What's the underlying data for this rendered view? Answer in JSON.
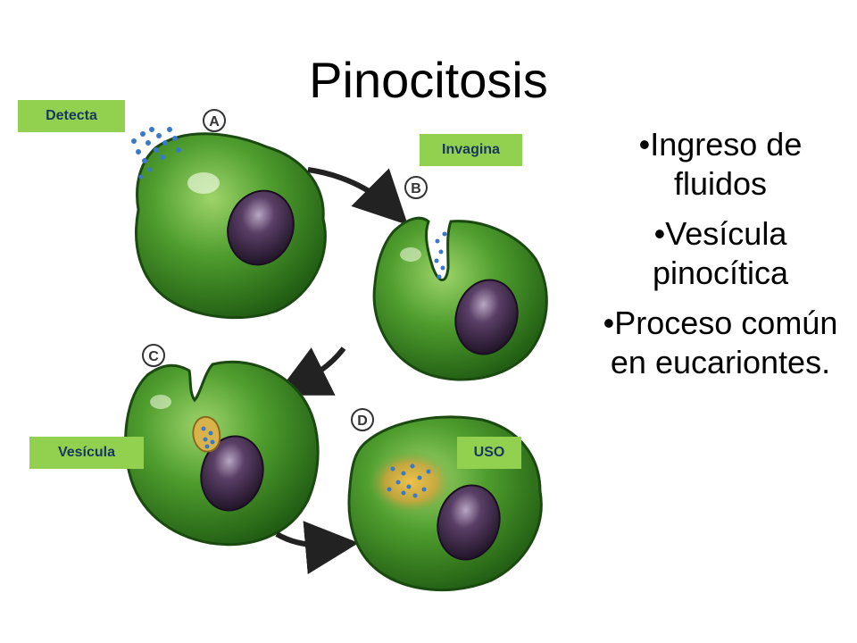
{
  "slide": {
    "title": "Pinocitosis"
  },
  "stage_letters": {
    "a": "A",
    "b": "B",
    "c": "C",
    "d": "D"
  },
  "tags": {
    "detecta": "Detecta",
    "invagina": "Invagina",
    "vesicula": "Vesícula",
    "uso": "USO"
  },
  "bullets": [
    "•Ingreso de fluidos",
    "•Vesícula pinocítica",
    "•Proceso común en eucariontes."
  ],
  "colors": {
    "tag_background": "#92d050",
    "tag_text": "#17375e",
    "cell_green": "#4a9a2a",
    "nucleus": "#3a2a45",
    "droplets": "#3a78c8"
  }
}
